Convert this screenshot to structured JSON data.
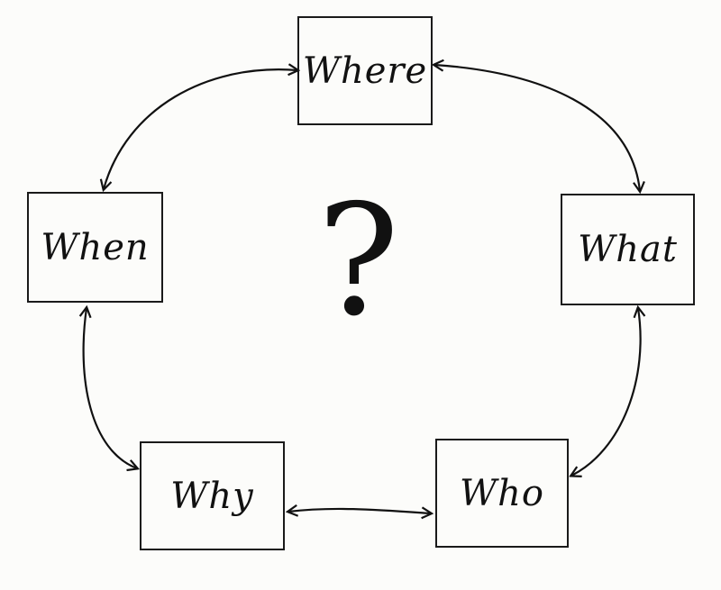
{
  "diagram": {
    "center_symbol": "?",
    "nodes": [
      {
        "id": "where",
        "label": "Where"
      },
      {
        "id": "what",
        "label": "What"
      },
      {
        "id": "when",
        "label": "When"
      },
      {
        "id": "why",
        "label": "Why"
      },
      {
        "id": "who",
        "label": "Who"
      }
    ],
    "edges": [
      {
        "from": "where",
        "to": "when",
        "bidirectional": true
      },
      {
        "from": "where",
        "to": "what",
        "bidirectional": true
      },
      {
        "from": "what",
        "to": "who",
        "bidirectional": true
      },
      {
        "from": "when",
        "to": "why",
        "bidirectional": true
      },
      {
        "from": "why",
        "to": "who",
        "bidirectional": true
      }
    ],
    "colors": {
      "ink": "#111111",
      "paper": "#fcfcfa"
    }
  }
}
